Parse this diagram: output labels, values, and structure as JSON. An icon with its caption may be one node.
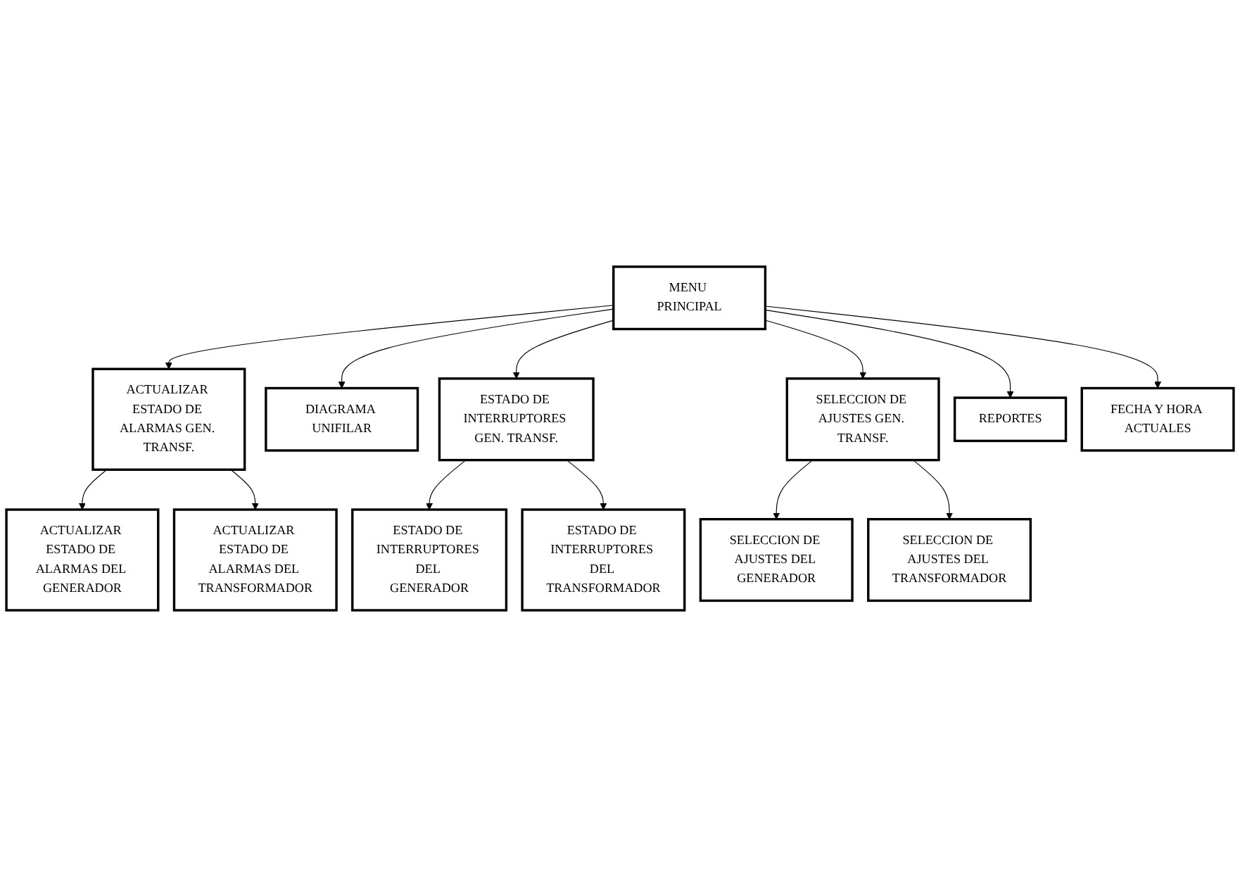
{
  "diagram": {
    "nodes": [
      {
        "text": [
          "MENU PRINCIPAL"
        ]
      },
      {
        "text": [
          "ACTUALIZAR ESTADO DE ALARMAS GEN. TRANSF."
        ]
      },
      {
        "text": [
          "ACTUALIZAR ESTADO DE ALARMAS DEL GENERADOR"
        ]
      },
      {
        "text": [
          "ACTUALIZAR ESTADO DE ALARMAS DEL TRANSFORMADOR"
        ]
      },
      {
        "text": [
          "DIAGRAMA UNIFILAR"
        ]
      },
      {
        "text": [
          "ESTADO DE INTERRUPTORES GEN. TRANSF."
        ]
      },
      {
        "text": [
          "ESTADO DE INTERRUPTORES DEL GENERADOR"
        ]
      },
      {
        "text": [
          "ESTADO DE INTERRUPTORES DEL TRANSFORMADOR"
        ]
      },
      {
        "text": [
          "SELECCION DE AJUSTES GEN. TRANSF."
        ]
      },
      {
        "text": [
          "SELECCION DE AJUSTES DEL GENERADOR"
        ]
      },
      {
        "text": [
          "SELECCION DE AJUSTES DEL TRANSFORMADOR"
        ]
      },
      {
        "text": [
          "REPORTES"
        ]
      },
      {
        "text": [
          "FECHA Y HORA ACTUALES"
        ]
      }
    ],
    "edges": [
      {
        "from": 0,
        "to": 1,
        "arrow": "to"
      },
      {
        "from": 1,
        "to": 2,
        "arrow": "to"
      },
      {
        "from": 1,
        "to": 3,
        "arrow": "to"
      },
      {
        "from": 0,
        "to": 4,
        "arrow": "to"
      },
      {
        "from": 0,
        "to": 5,
        "arrow": "to"
      },
      {
        "from": 5,
        "to": 6,
        "arrow": "to"
      },
      {
        "from": 5,
        "to": 7,
        "arrow": "to"
      },
      {
        "from": 0,
        "to": 8,
        "arrow": "to"
      },
      {
        "from": 8,
        "to": 9,
        "arrow": "to"
      },
      {
        "from": 8,
        "to": 10,
        "arrow": "to"
      },
      {
        "from": 0,
        "to": 11,
        "arrow": "to"
      },
      {
        "from": 0,
        "to": 12,
        "arrow": "to"
      }
    ]
  }
}
